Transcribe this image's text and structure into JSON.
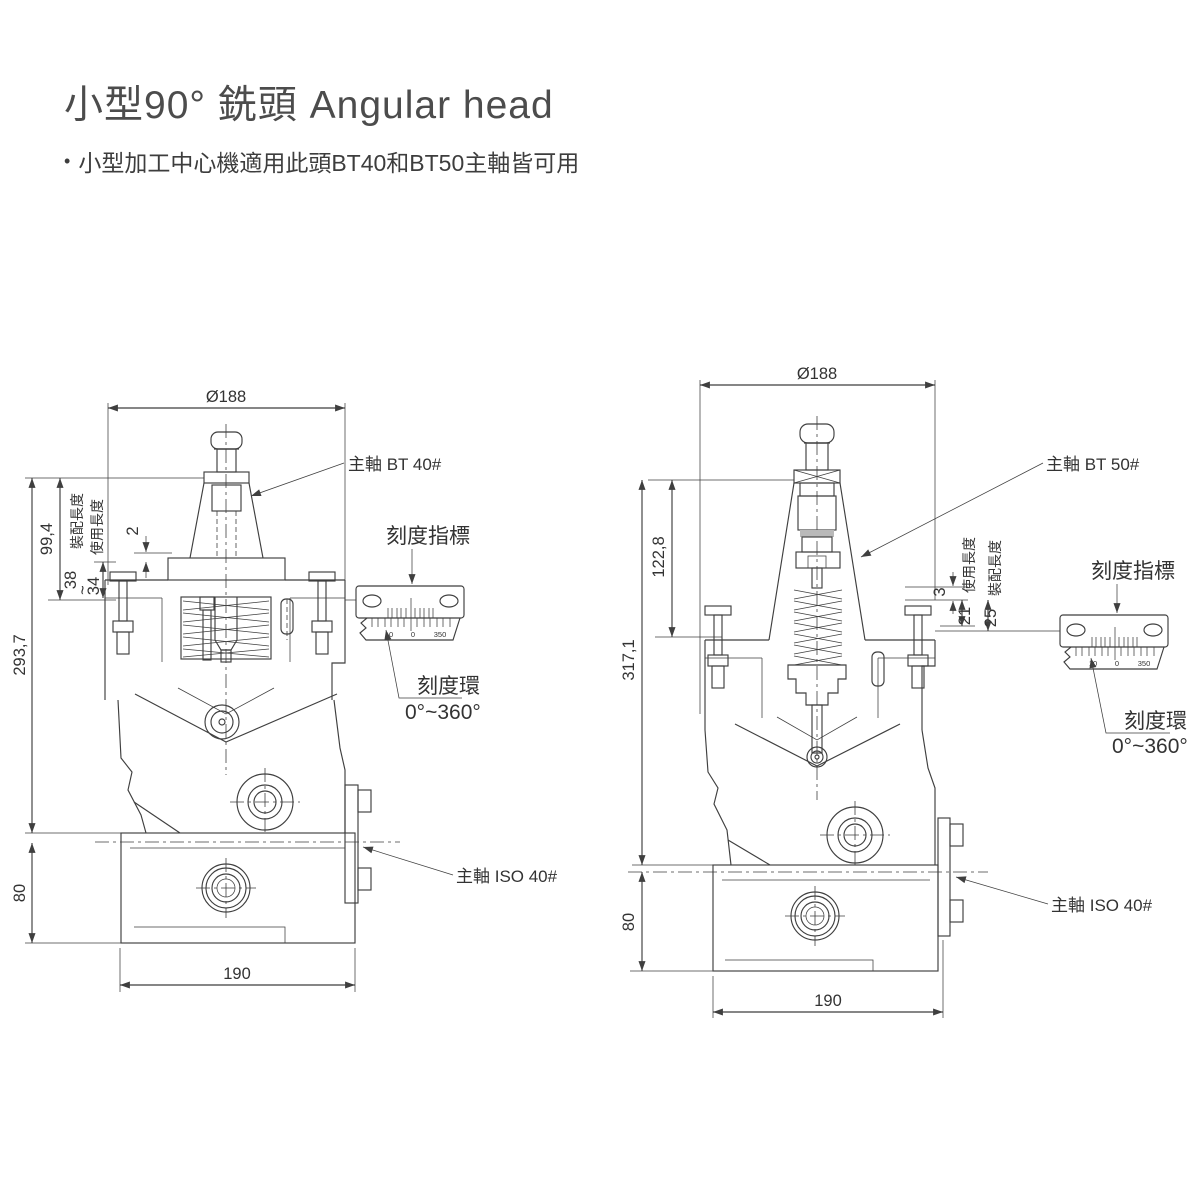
{
  "title": "小型90° 銑頭 Angular head",
  "subtitle_bullet": "•",
  "subtitle": "小型加工中心機適用此頭BT40和BT50主軸皆可用",
  "colors": {
    "line": "#3f3f3f",
    "text": "#333333",
    "title": "#4c4c4c",
    "background": "#ffffff"
  },
  "left": {
    "diameter_top": "Ø188",
    "dim_assembly": "99,4",
    "label_assembly": "裝配長度",
    "label_usage": "使用長度",
    "dim_usage_max": "38",
    "dim_usage_tilde": "~",
    "dim_usage_min": "34",
    "dim_gauge_step": "2",
    "dim_overall": "293,7",
    "dim_base_height": "80",
    "dim_base_width": "190",
    "label_spindle": "主軸 BT 40#",
    "label_scale_indicator": "刻度指標",
    "label_scale_ring": "刻度環",
    "label_scale_range": "0°~360°",
    "label_output_spindle": "主軸 ISO 40#",
    "ruler": [
      "10",
      "0",
      "350"
    ]
  },
  "right": {
    "diameter_top": "Ø188",
    "dim_taper": "122,8",
    "dim_gauge_step": "3",
    "dim_usage": "21",
    "dim_assembly": "25",
    "label_usage": "使用長度",
    "label_assembly": "裝配長度",
    "dim_overall": "317,1",
    "dim_base_height": "80",
    "dim_base_width": "190",
    "label_spindle": "主軸 BT 50#",
    "label_scale_indicator": "刻度指標",
    "label_scale_ring": "刻度環",
    "label_scale_range": "0°~360°",
    "label_output_spindle": "主軸 ISO 40#",
    "ruler": [
      "10",
      "0",
      "350"
    ]
  }
}
